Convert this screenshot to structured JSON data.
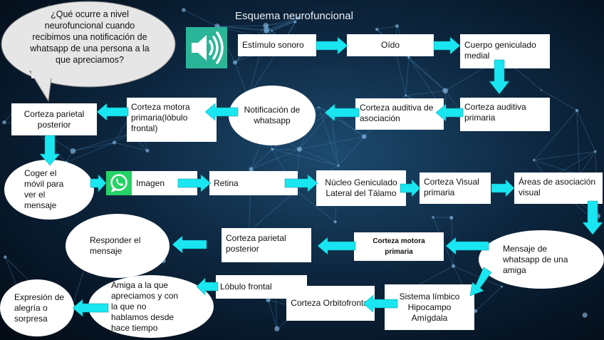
{
  "title": "Esquema neurofuncional",
  "question": "¿Qué ocurre a nivel neurofuncional cuando recibimos una notificación de whatsapp de una persona a la que apreciamos?",
  "colors": {
    "arrow": "#19e6f0",
    "speaker": "#2bb598",
    "whatsapp": "#25d366"
  },
  "icons": {
    "speaker": "speaker-icon",
    "whatsapp": "whatsapp-icon"
  },
  "nodes": {
    "estimulo_sonoro": "Estímulo sonoro",
    "oido": "Oído",
    "cuerpo_geniculado": "Cuerpo geniculado medial",
    "corteza_auditiva_primaria": "Corteza auditiva primaria",
    "corteza_auditiva_asociacion": "Corteza auditiva de asociación",
    "notificacion": "Notificación de whatsapp",
    "corteza_motora_lobulo": "Corteza motora primaria(lóbulo frontal)",
    "corteza_parietal_posterior_1": "Corteza parietal posterior",
    "coger_movil": "Coger el móvil para ver el mensaje",
    "imagen": "Imagen",
    "retina": "Retina",
    "nucleo_geniculado": "Núcleo Geniculado Lateral del Tálamo",
    "corteza_visual": "Corteza Visual primaria",
    "areas_asociacion": "Áreas de asociación visual",
    "mensaje_whatsapp": "Mensaje de whatsapp de una amiga",
    "corteza_motora_2": "Corteza motora primaria",
    "corteza_parietal_posterior_2": "Corteza parietal posterior",
    "responder": "Responder el mensaje",
    "sistema_limbico": "Sistema límbico Hipocampo Amígdala",
    "corteza_orbitofrontal": "Corteza Orbitofrontal",
    "lobulo_frontal": "Lóbulo frontal",
    "amiga": "Amiga a la que apreciamos y con la que no hablamos desde hace tiempo",
    "expresion": "Expresión de alegría o sorpresa"
  }
}
